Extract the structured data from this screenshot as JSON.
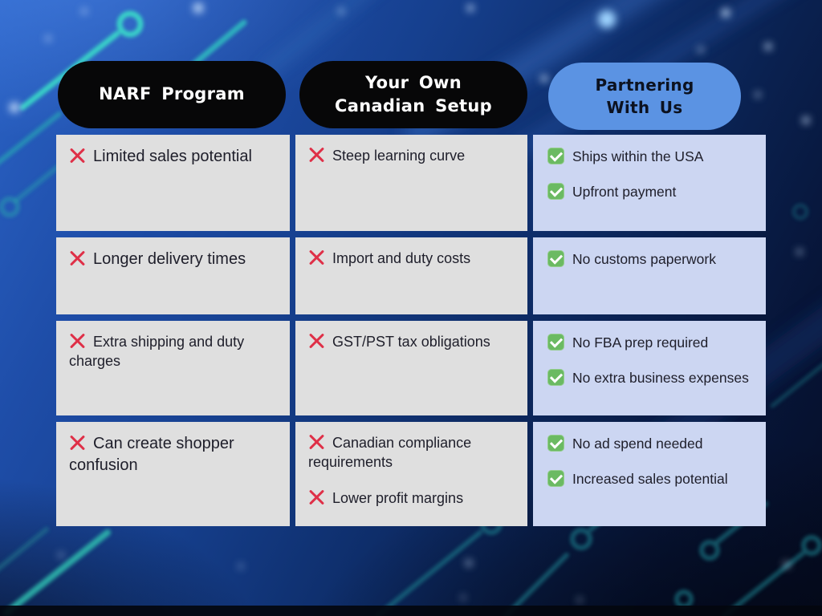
{
  "title": "Comparison infographic: NARF Program vs Your Own Canadian Setup vs Partnering With Us",
  "headers": [
    {
      "label": "NARF Program",
      "bg": "#070708",
      "text_color": "#ffffff"
    },
    {
      "label": "Your Own Canadian Setup",
      "bg": "#070708",
      "text_color": "#ffffff"
    },
    {
      "label": "Partnering With Us",
      "bg": "#5b93e3",
      "text_color": "#0c1220"
    }
  ],
  "colors": {
    "negative_cell_bg": "#dfdfdf",
    "positive_cell_bg": "#ccd6f2",
    "cross_red": "#df3048",
    "check_green": "#6bba62",
    "background_blue": "#16408f",
    "circuit_teal": "#38d8c8"
  },
  "icons": {
    "negative": "red-cross-icon",
    "positive": "green-checkbox-icon"
  },
  "grid": {
    "rows": [
      {
        "cells": [
          {
            "column": "NARF Program",
            "items": [
              {
                "icon": "cross",
                "text": "Limited sales potential"
              }
            ]
          },
          {
            "column": "Your Own Canadian Setup",
            "items": [
              {
                "icon": "cross",
                "text": "Steep learning curve"
              }
            ]
          },
          {
            "column": "Partnering With Us",
            "items": [
              {
                "icon": "check",
                "text": "Ships within the USA"
              },
              {
                "icon": "check",
                "text": "Upfront payment"
              }
            ]
          }
        ]
      },
      {
        "cells": [
          {
            "column": "NARF Program",
            "items": [
              {
                "icon": "cross",
                "text": "Longer delivery times"
              }
            ]
          },
          {
            "column": "Your Own Canadian Setup",
            "items": [
              {
                "icon": "cross",
                "text": "Import and duty costs"
              }
            ]
          },
          {
            "column": "Partnering With Us",
            "items": [
              {
                "icon": "check",
                "text": "No customs paperwork"
              }
            ]
          }
        ]
      },
      {
        "cells": [
          {
            "column": "NARF Program",
            "items": [
              {
                "icon": "cross",
                "text": "Extra shipping and duty charges"
              }
            ]
          },
          {
            "column": "Your Own Canadian Setup",
            "items": [
              {
                "icon": "cross",
                "text": "GST/PST tax obligations"
              }
            ]
          },
          {
            "column": "Partnering With Us",
            "items": [
              {
                "icon": "check",
                "text": "No FBA prep required"
              },
              {
                "icon": "check",
                "text": "No extra business expenses"
              }
            ]
          }
        ]
      },
      {
        "cells": [
          {
            "column": "NARF Program",
            "items": [
              {
                "icon": "cross",
                "text": "Can create shopper confusion"
              }
            ]
          },
          {
            "column": "Your Own Canadian Setup",
            "items": [
              {
                "icon": "cross",
                "text": "Canadian compliance requirements"
              },
              {
                "icon": "cross",
                "text": "Lower profit margins"
              }
            ]
          },
          {
            "column": "Partnering With Us",
            "items": [
              {
                "icon": "check",
                "text": "No ad spend needed"
              },
              {
                "icon": "check",
                "text": "Increased sales potential"
              }
            ]
          }
        ]
      }
    ]
  }
}
